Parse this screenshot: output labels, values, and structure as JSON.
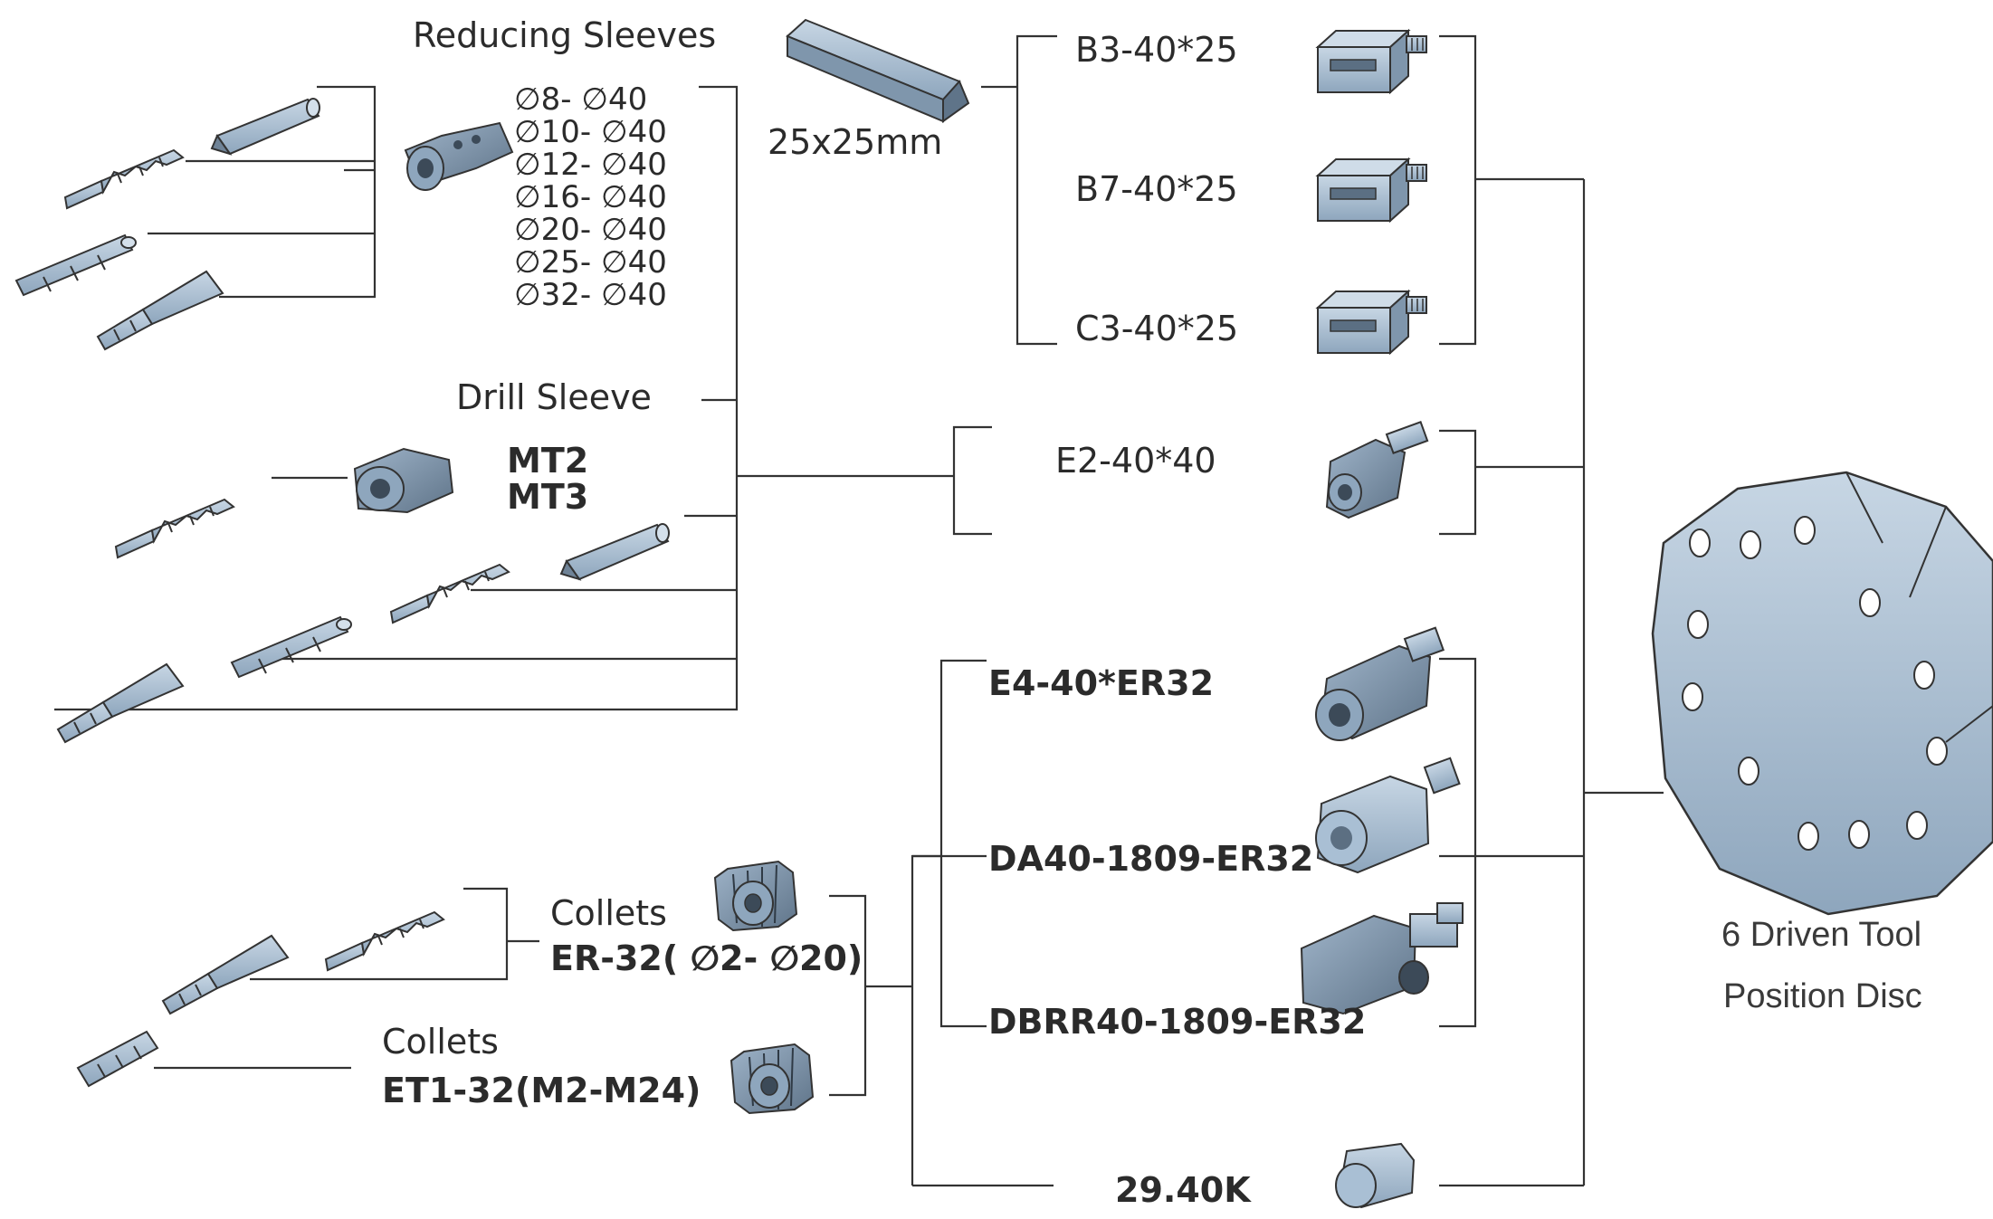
{
  "labels": {
    "reducing_sleeves": "Reducing Sleeves",
    "tool_size": "25x25mm",
    "drill_sleeve": "Drill Sleeve",
    "mt2": "MT2",
    "mt3": "MT3",
    "collets_er_title": "Collets",
    "collets_er_range": "ER-32( ∅2- ∅20)",
    "collets_et_title": "Collets",
    "collets_et_range": "ET1-32(M2-M24)",
    "disc_line1": "6 Driven Tool",
    "disc_line2": "Position Disc"
  },
  "reducing_sleeve_sizes": [
    "∅8- ∅40",
    "∅10- ∅40",
    "∅12- ∅40",
    "∅16- ∅40",
    "∅20- ∅40",
    "∅25- ∅40",
    "∅32- ∅40"
  ],
  "holders": {
    "b3": "B3-40*25",
    "b7": "B7-40*25",
    "c3": "C3-40*25",
    "e2": "E2-40*40",
    "e4": "E4-40*ER32",
    "da40": "DA40-1809-ER32",
    "dbrr40": "DBRR40-1809-ER32",
    "k2940": "29.40K"
  },
  "colors": {
    "tool_fill": "#a9bfd4",
    "tool_dark": "#5c6f82",
    "line": "#333333",
    "text": "#2b2b2b"
  }
}
